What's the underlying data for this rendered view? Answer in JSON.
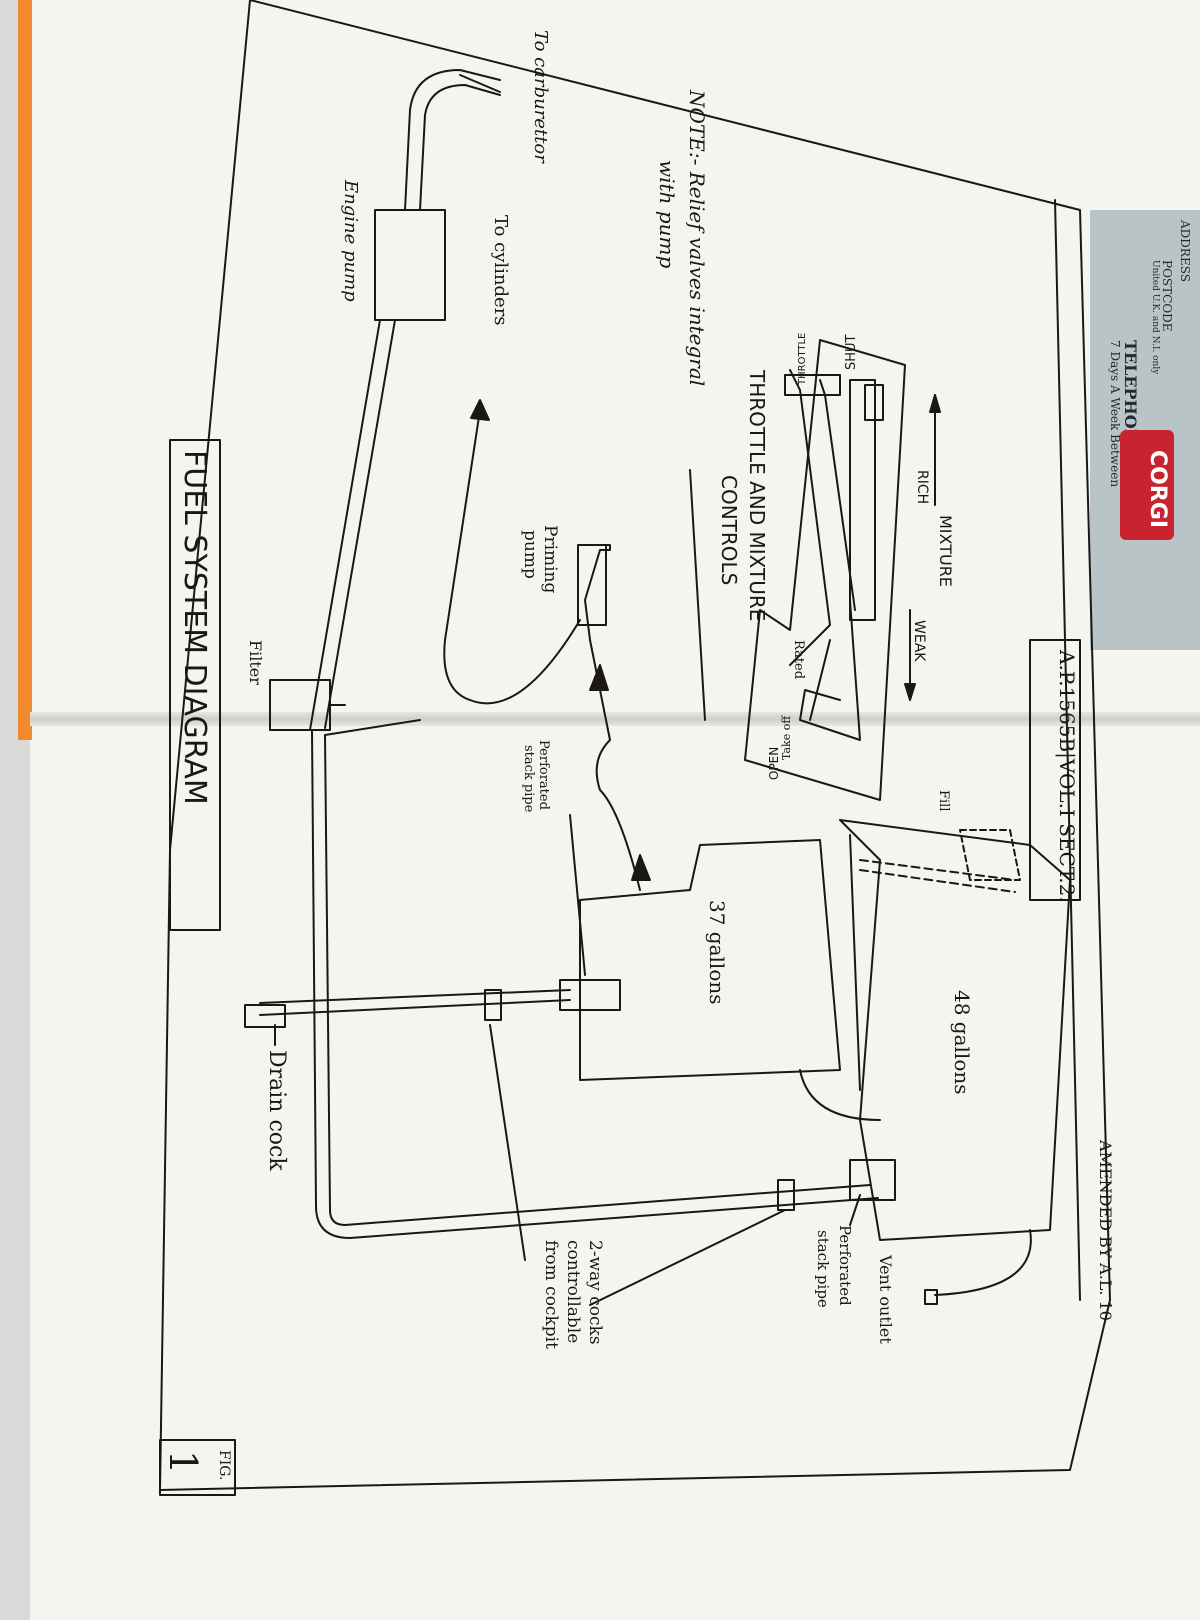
{
  "header": {
    "amendment": "AMENDED BY A.L. 10",
    "publication": "A.P.1565B|VOL.I SECT.2."
  },
  "diagram": {
    "title": "FUEL SYSTEM DIAGRAM",
    "fig_label": "FIG.",
    "fig_number": "1",
    "note": "NOTE:- Relief valves integral\nwith pump",
    "note_line1": "NOTE:- Relief valves integral",
    "note_line2": "with pump",
    "controls_title_line1": "THROTTLE AND MIXTURE",
    "controls_title_line2": "CONTROLS",
    "mixture_label": "MIXTURE",
    "rich_label": "RICH",
    "weak_label": "WEAK",
    "shut_label": "SHUT",
    "throttle_label": "THROTTLE",
    "rated_label": "Rated",
    "take_off_label": "Take off",
    "open_label": "OPEN",
    "top_tank_label": "48 gallons",
    "bottom_tank_label": "37 gallons",
    "filler_label": "Fill",
    "vent_outlet_label": "Vent outlet",
    "perforated_stack_pipe_upper_line1": "Perforated",
    "perforated_stack_pipe_upper_line2": "stack pipe",
    "perforated_stack_pipe_lower_line1": "Perforated",
    "perforated_stack_pipe_lower_line2": "stack pipe",
    "two_way_cocks_line1": "2-way cocks",
    "two_way_cocks_line2": "controllable",
    "two_way_cocks_line3": "from cockpit",
    "drain_cock_label": "Drain cock",
    "filter_label": "Filter",
    "engine_pump_label": "Engine pump",
    "to_carburettor_label": "To carburettor",
    "to_cylinders_label": "To cylinders",
    "priming_pump_line1": "Priming",
    "priming_pump_line2": "pump"
  },
  "background_card": {
    "address_label": "ADDRESS",
    "postcode_label": "POSTCODE",
    "postcode_note": "United U.K. and N.I. only",
    "telephone_label": "TELEPHONE",
    "telephone_note": "7 Days A Week Between",
    "brand": "CORGI"
  },
  "colors": {
    "ink": "#1b1712",
    "paper": "#f4f4f1",
    "edge": "#f08a2c",
    "brand_red": "#c8242f"
  }
}
